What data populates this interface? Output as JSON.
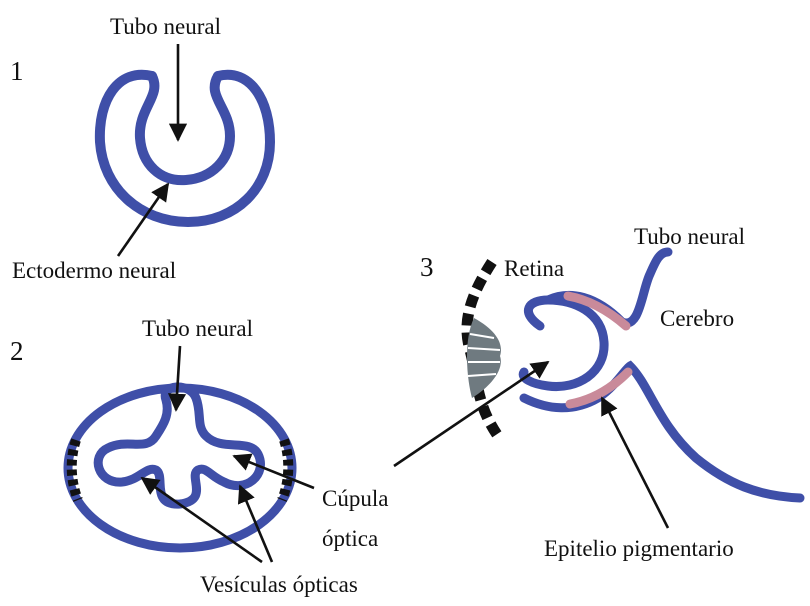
{
  "panels": [
    {
      "number": "1",
      "labels": {
        "neural_tube": "Tubo neural",
        "neural_ectoderm": "Ectodermo neural"
      }
    },
    {
      "number": "2",
      "labels": {
        "neural_tube": "Tubo neural",
        "optic_cup_line1": "Cúpula",
        "optic_cup_line2": "óptica",
        "optic_vesicles": "Vesículas ópticas"
      }
    },
    {
      "number": "3",
      "labels": {
        "neural_tube": "Tubo neural",
        "retina": "Retina",
        "brain": "Cerebro",
        "pigment_epithelium": "Epitelio pigmentario"
      }
    }
  ],
  "colors": {
    "tissue": "#3f4fa8",
    "tissue_edge": "#2c3a8e",
    "pigment": "#c98a9a",
    "surface_ectoderm": "#111111",
    "lens": "#6f7a80",
    "text": "#111111"
  }
}
